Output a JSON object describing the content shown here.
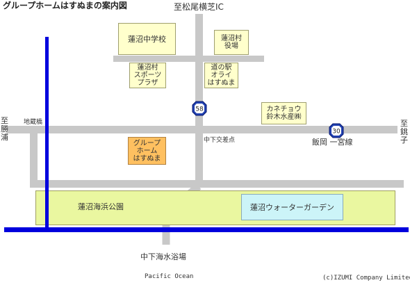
{
  "title": "グループホームはすぬまの案内図",
  "colors": {
    "road": "#c8c8c8",
    "water": "#0000dd",
    "park_fill": "#eaf7a0",
    "building_fill": "#ffffcc",
    "target_fill": "#ffc060",
    "water_park_fill": "#ccf4f8",
    "shield_fill": "#2040b0"
  },
  "directions": {
    "north": "至松尾横芝IC",
    "west": [
      "至",
      "勝",
      "浦"
    ],
    "east": [
      "至",
      "銚",
      "子"
    ]
  },
  "places": {
    "school": "蓮沼中学校",
    "village_office": [
      "蓮沼村",
      "役場"
    ],
    "sports_plaza": [
      "蓮沼村",
      "スポーツ",
      "プラザ"
    ],
    "michi_no_eki": [
      "道の駅",
      "オライ",
      "はすぬま"
    ],
    "kanechou": [
      "カネチョウ",
      "鈴木水産㈱"
    ],
    "group_home": [
      "グループ",
      "ホーム",
      "はすぬま"
    ],
    "seaside_park": "蓮沼海浜公園",
    "water_garden": "蓮沼ウォーターガーデン",
    "beach": "中下海水浴場"
  },
  "road_labels": {
    "bridge": "地蔵橋",
    "intersection": "中下交差点",
    "route_30_name": "飯岡 一宮線"
  },
  "route_shields": {
    "r58": "58",
    "r30": "30"
  },
  "ocean": "Pacific Ocean",
  "copyright": "(c)IZUMI Company Limited."
}
